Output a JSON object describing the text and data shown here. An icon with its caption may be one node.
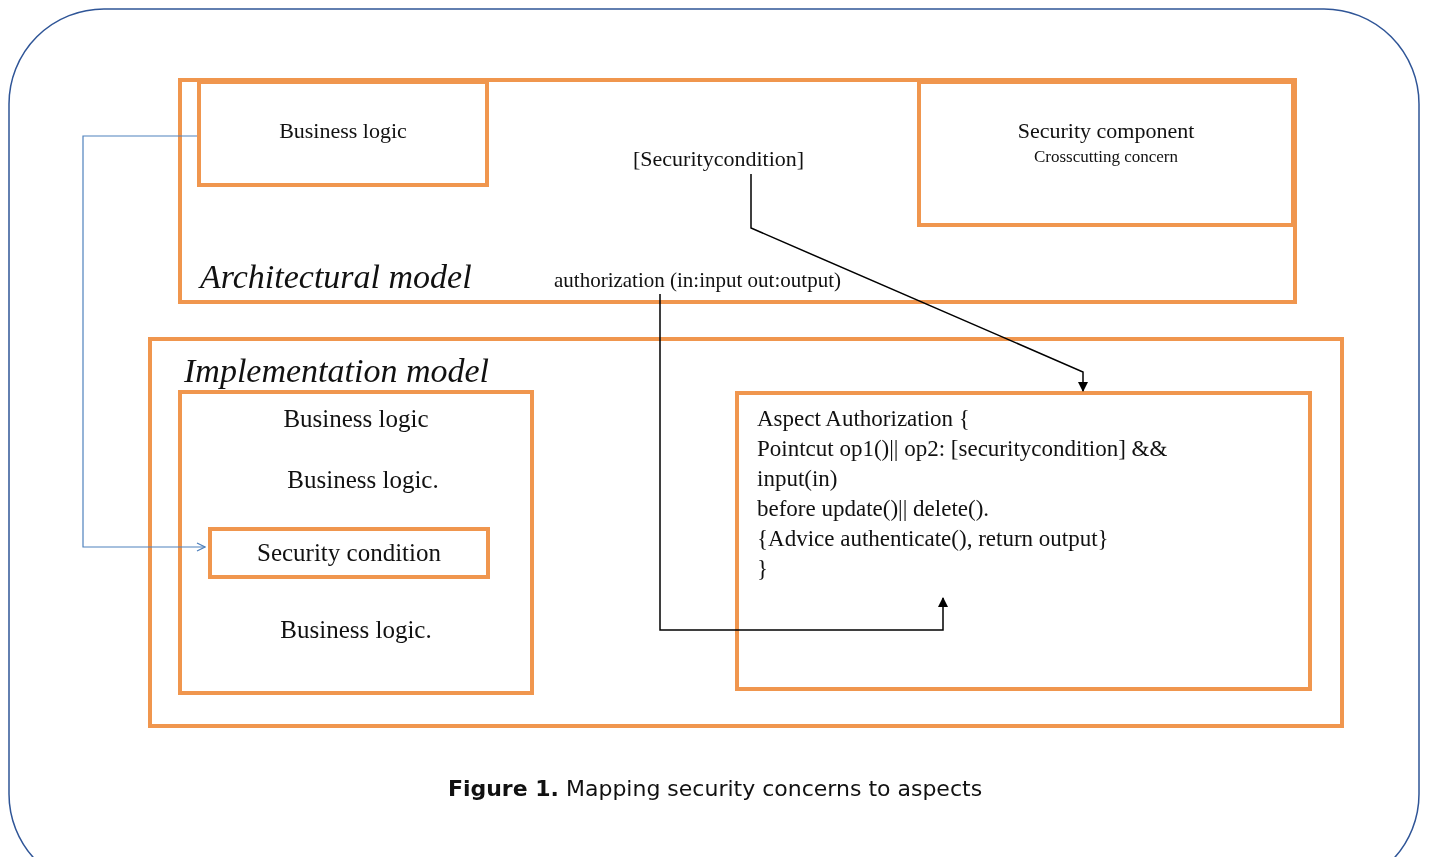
{
  "diagram": {
    "caption": "**Figure 1.** Mapping security concerns to aspects",
    "nodes": [
      {
        "text": [
          "Architectural model"
        ]
      },
      {
        "text": [
          "Business logic"
        ],
        "in": 0
      },
      {
        "text": [
          "[Securitycondition]"
        ],
        "in": 0
      },
      {
        "text": [
          "Security component",
          "Crosscutting concern"
        ],
        "in": 0
      },
      {
        "text": [
          "authorization (in:input out:output)"
        ],
        "in": 0
      },
      {
        "text": [
          "Implementation model"
        ]
      },
      {
        "text": [
          "Business logic",
          "Business logic.",
          "Business logic."
        ],
        "in": 5
      },
      {
        "text": [
          "Security condition"
        ],
        "in": 6
      },
      {
        "text": [
          "Aspect  Authorization {",
          "Pointcut  op1()|| op2: [securitycondition] &&",
          "input(in)",
          "before update()|| delete().",
          "{Advice authenticate(), return output}",
          "}"
        ],
        "in": 5
      }
    ],
    "edges": [
      {
        "from": 1,
        "to": 7,
        "arrow": "to",
        "color": "#4f81bd"
      },
      {
        "from": 2,
        "to": 8,
        "arrow": "to"
      },
      {
        "from": 4,
        "to": 8,
        "arrow": "to"
      }
    ]
  }
}
